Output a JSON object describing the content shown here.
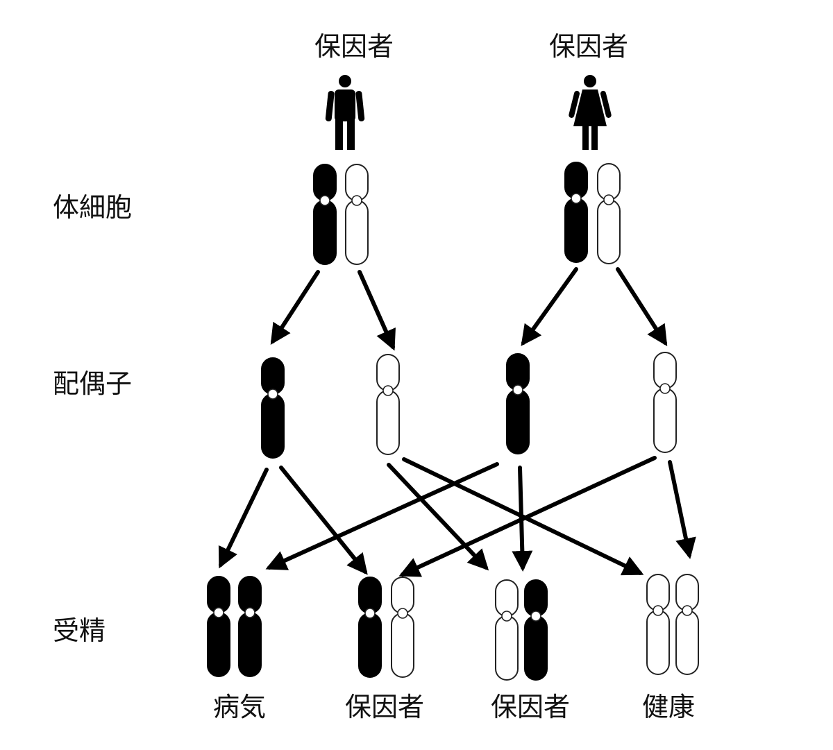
{
  "parents": [
    {
      "label": "保因者",
      "icon": "male-person-icon"
    },
    {
      "label": "保因者",
      "icon": "female-person-icon"
    }
  ],
  "rows": {
    "somatic": "体細胞",
    "gametes": "配偶子",
    "fertilization": "受精"
  },
  "offspring": [
    {
      "label": "病気",
      "left": "dark",
      "right": "dark"
    },
    {
      "label": "保因者",
      "left": "dark",
      "right": "light"
    },
    {
      "label": "保因者",
      "left": "light",
      "right": "dark"
    },
    {
      "label": "健康",
      "left": "light",
      "right": "light"
    }
  ],
  "colors": {
    "affected": "#000000",
    "normal": "#ffffff",
    "outline": "#222222"
  }
}
